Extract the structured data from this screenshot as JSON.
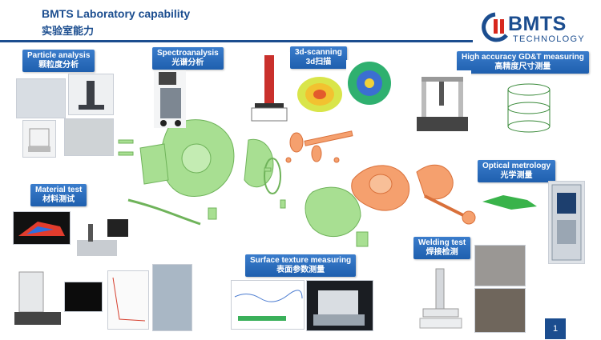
{
  "header": {
    "title_en": "BMTS Laboratory capability",
    "title_cn": "实验室能力"
  },
  "logo": {
    "name": "BMTS",
    "sub": "TECHNOLOGY"
  },
  "sections": {
    "particle": {
      "en": "Particle analysis",
      "cn": "颗粒度分析"
    },
    "spectro": {
      "en": "Spectroanalysis",
      "cn": "光谱分析"
    },
    "scanning": {
      "en": "3d-scanning",
      "cn": "3d扫描"
    },
    "gdt": {
      "en": "High accuracy GD&T measuring",
      "cn": "高精度尺寸测量"
    },
    "optical": {
      "en": "Optical metrology",
      "cn": "光学测量"
    },
    "material": {
      "en": "Material test",
      "cn": "材料测试"
    },
    "welding": {
      "en": "Welding test",
      "cn": "焊接检测"
    },
    "surface": {
      "en": "Surface texture measuring",
      "cn": "表面参数测量"
    }
  },
  "page_number": "1",
  "colors": {
    "brand": "#1b4d8f",
    "label_bg": "#2a6cbc",
    "green_parts": "#8fd37b",
    "orange_parts": "#f0864a",
    "logo_red": "#d7281e"
  }
}
